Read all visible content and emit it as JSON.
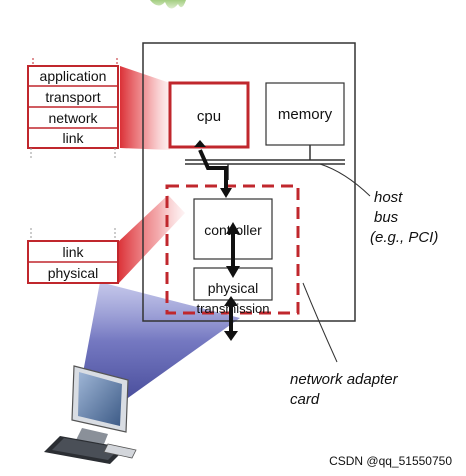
{
  "upper_stack": [
    "application",
    "transport",
    "network",
    "link"
  ],
  "lower_stack": [
    "link",
    "physical"
  ],
  "host": {
    "cpu_label": "cpu",
    "memory_label": "memory",
    "bus_label_lines": [
      "host",
      "bus",
      "(e.g., PCI)"
    ]
  },
  "adapter": {
    "controller_label": "controller",
    "physical_label_lines": [
      "physical",
      "transmission"
    ],
    "card_label_lines": [
      "network adapter",
      "card"
    ]
  },
  "watermark": "CSDN @qq_51550750",
  "colors": {
    "stack_border": "#c0272d",
    "highlight_red": "#c0272d",
    "arrow": "#111111",
    "beam_blue": "#3a3f9c",
    "box_border": "#333333"
  },
  "icons": [
    "computer-icon",
    "plant-icon"
  ]
}
